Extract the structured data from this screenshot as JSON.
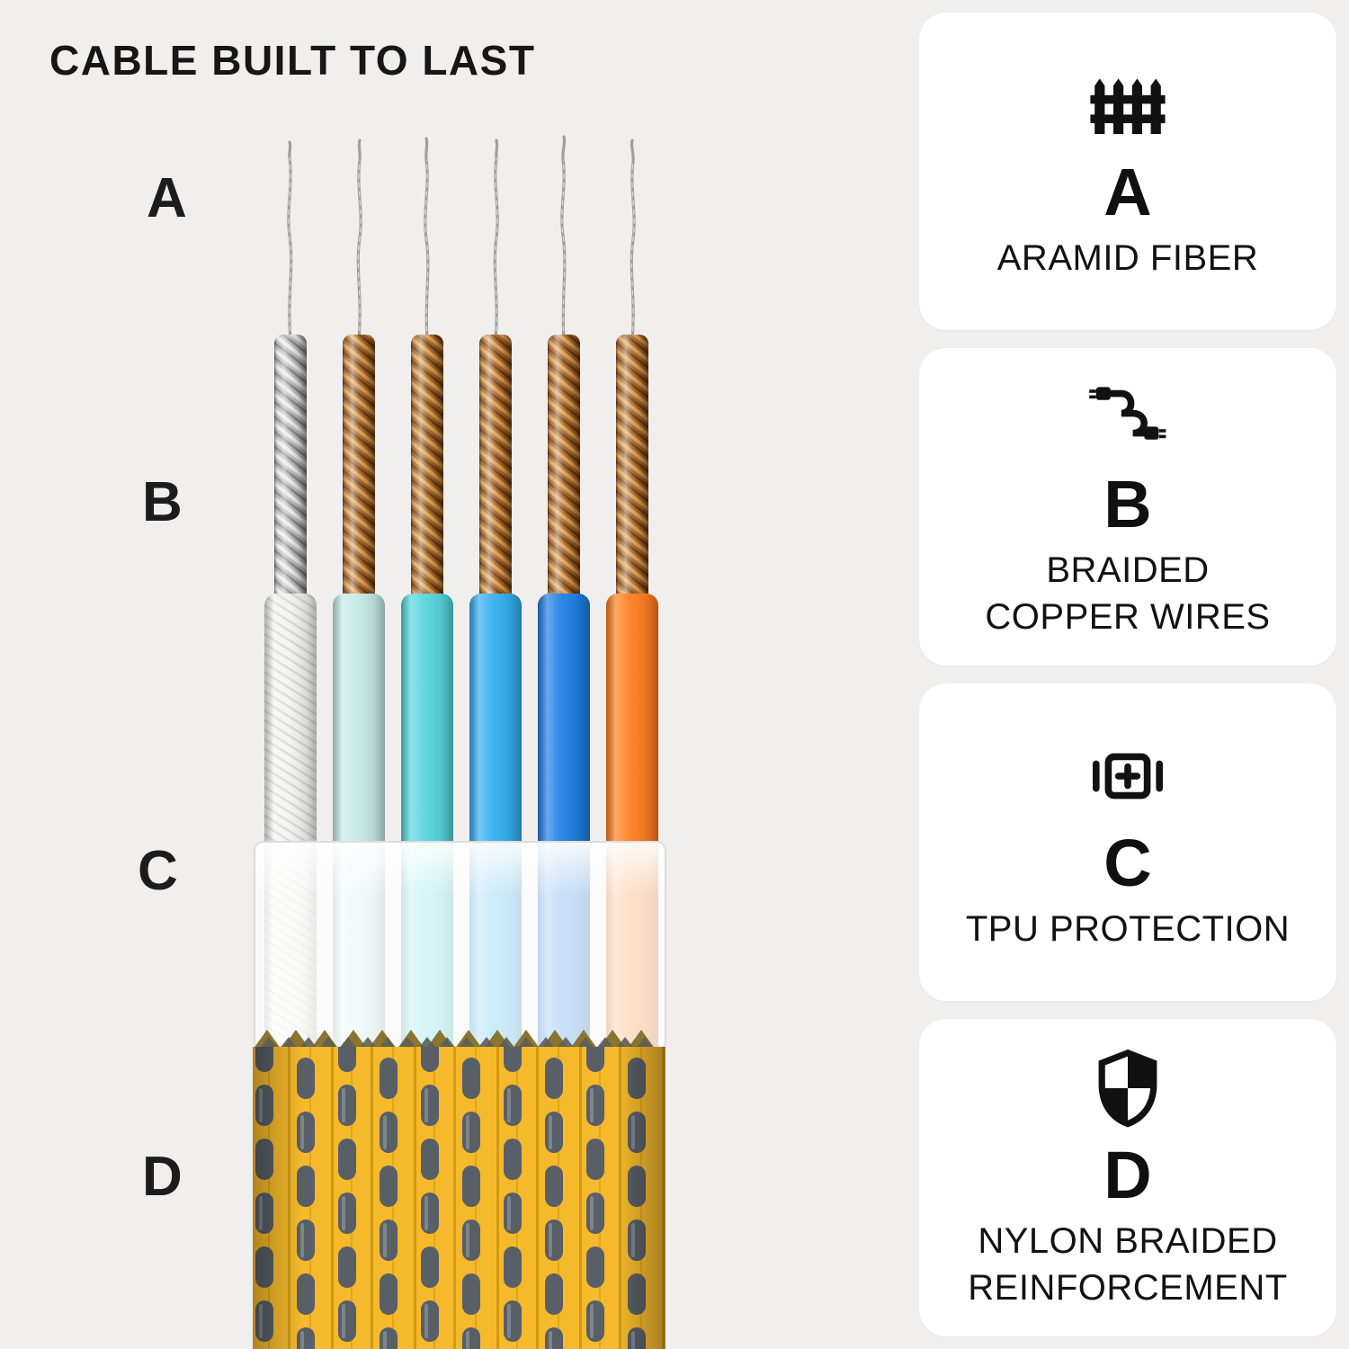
{
  "page": {
    "title": "CABLE BUILT TO LAST",
    "background_color": "#f0efee"
  },
  "diagram": {
    "labels": [
      "A",
      "B",
      "C",
      "D"
    ],
    "jacket_colors": [
      "#f3f3f0",
      "#c5ebe7",
      "#55d6dc",
      "#33aef0",
      "#1e7fe4",
      "#ff7d1f"
    ],
    "copper_color": "#b9762f",
    "silver_color": "#c4c4c4",
    "tpu_color": "#ffffff",
    "nylon_yellow": "#f5b92b",
    "nylon_gray": "#595f66"
  },
  "cards": [
    {
      "letter": "A",
      "caption": [
        "ARAMID FIBER"
      ],
      "icon": "fence-icon"
    },
    {
      "letter": "B",
      "caption": [
        "BRAIDED",
        "COPPER WIRES"
      ],
      "icon": "cable-icon"
    },
    {
      "letter": "C",
      "caption": [
        "TPU PROTECTION"
      ],
      "icon": "protective-film-icon"
    },
    {
      "letter": "D",
      "caption": [
        "NYLON BRAIDED",
        "REINFORCEMENT"
      ],
      "icon": "shield-icon"
    }
  ]
}
